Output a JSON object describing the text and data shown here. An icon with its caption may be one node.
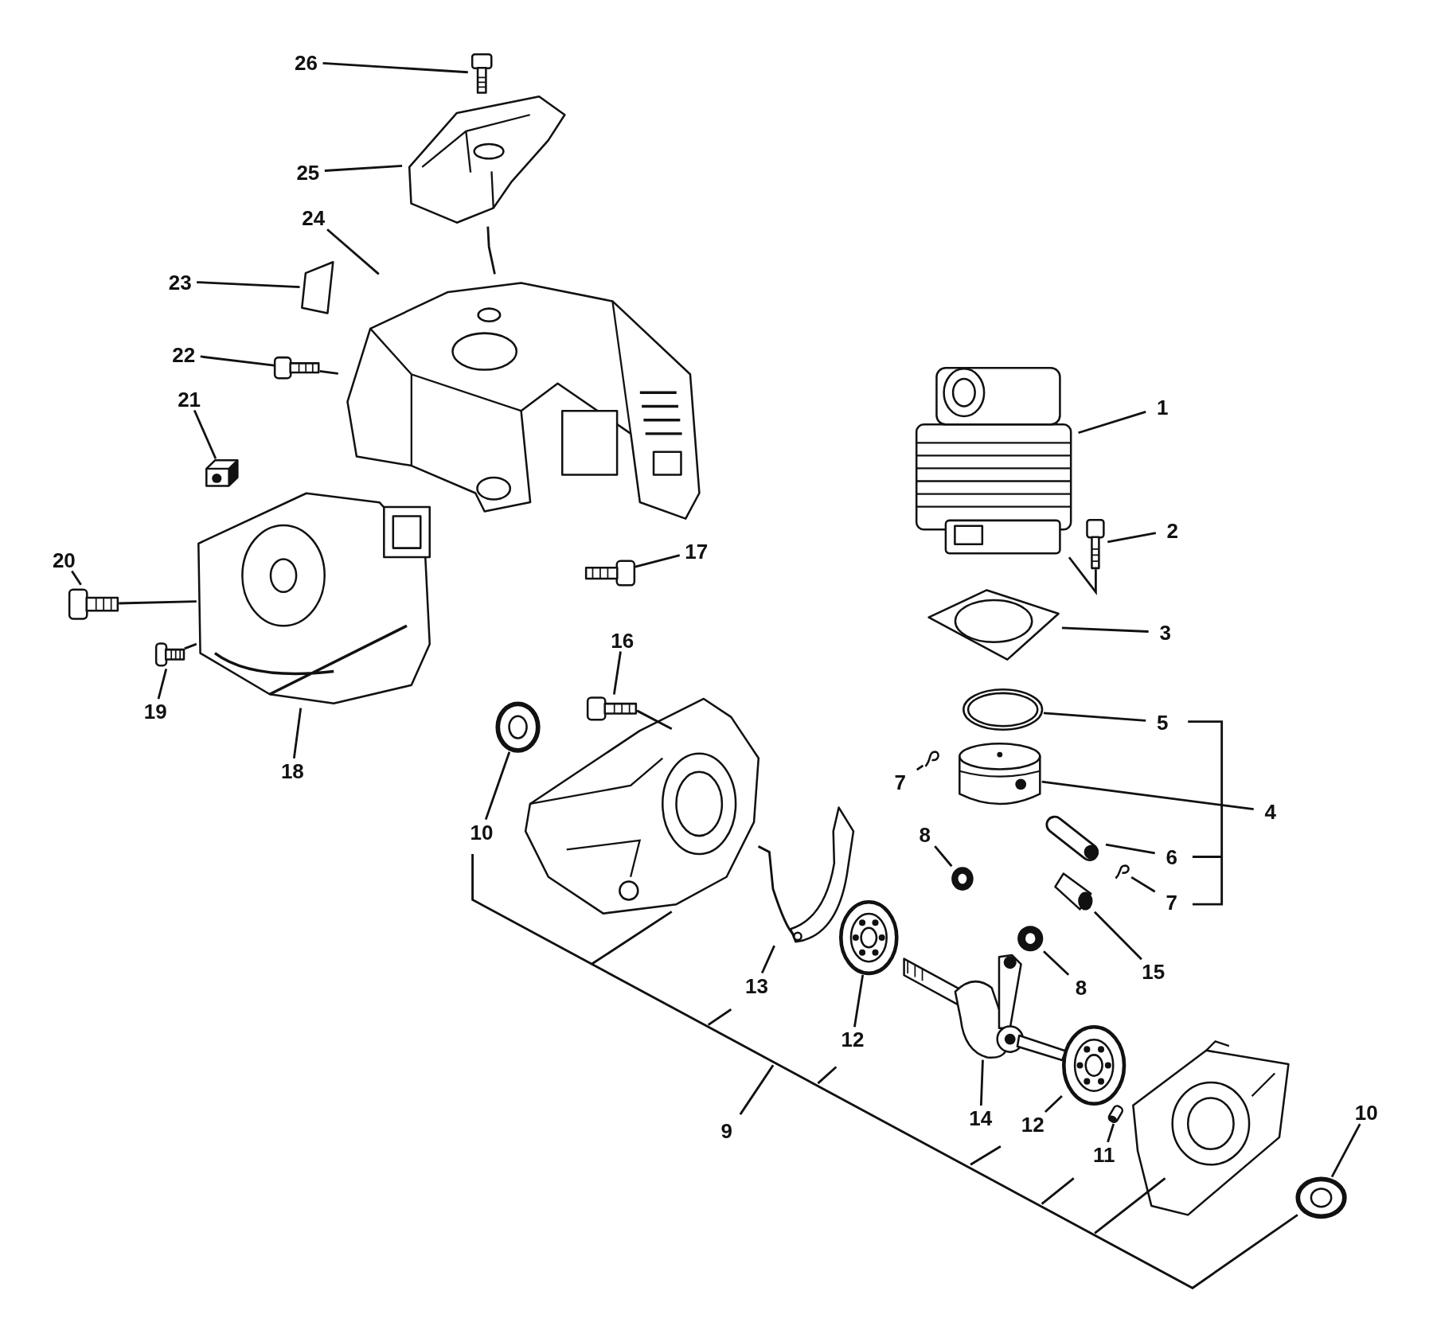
{
  "diagram": {
    "nodes": [
      {
        "text": [
          "26"
        ]
      },
      {
        "text": [
          "25"
        ]
      },
      {
        "text": [
          "24"
        ]
      },
      {
        "text": [
          "23"
        ]
      },
      {
        "text": [
          "22"
        ]
      },
      {
        "text": [
          "1"
        ]
      },
      {
        "text": [
          "21"
        ]
      },
      {
        "text": [
          "2"
        ]
      },
      {
        "text": [
          "17"
        ]
      },
      {
        "text": [
          "20"
        ]
      },
      {
        "text": [
          "3"
        ]
      },
      {
        "text": [
          "16"
        ]
      },
      {
        "text": [
          "19"
        ]
      },
      {
        "text": [
          "5"
        ]
      },
      {
        "text": [
          "18"
        ]
      },
      {
        "text": [
          "7"
        ]
      },
      {
        "text": [
          "4"
        ]
      },
      {
        "text": [
          "10"
        ]
      },
      {
        "text": [
          "8"
        ]
      },
      {
        "text": [
          "6"
        ]
      },
      {
        "text": [
          "7"
        ]
      },
      {
        "text": [
          "15"
        ]
      },
      {
        "text": [
          "13"
        ]
      },
      {
        "text": [
          "8"
        ]
      },
      {
        "text": [
          "12"
        ]
      },
      {
        "text": [
          "10"
        ]
      },
      {
        "text": [
          "14"
        ]
      },
      {
        "text": [
          "12"
        ]
      },
      {
        "text": [
          "11"
        ]
      },
      {
        "text": [],
        "shape": "picture"
      },
      {
        "text": [],
        "shape": "picture"
      },
      {
        "text": [],
        "shape": "picture"
      },
      {
        "text": [],
        "shape": "picture"
      },
      {
        "text": [],
        "shape": "picture"
      },
      {
        "text": [],
        "shape": "picture"
      },
      {
        "text": [],
        "shape": "picture"
      },
      {
        "text": [],
        "shape": "picture"
      },
      {
        "text": [],
        "shape": "picture"
      },
      {
        "text": [],
        "shape": "picture"
      },
      {
        "text": [],
        "shape": "picture"
      },
      {
        "text": [],
        "shape": "picture"
      },
      {
        "text": [],
        "shape": "picture"
      },
      {
        "text": [],
        "shape": "picture"
      },
      {
        "text": [],
        "shape": "picture"
      },
      {
        "text": [],
        "shape": "picture"
      },
      {
        "text": [],
        "shape": "picture"
      },
      {
        "text": [],
        "shape": "picture"
      },
      {
        "text": [],
        "shape": "picture"
      },
      {
        "text": [],
        "shape": "picture"
      },
      {
        "text": [],
        "shape": "picture"
      },
      {
        "text": [],
        "shape": "picture"
      },
      {
        "text": [],
        "shape": "picture"
      },
      {
        "text": [],
        "shape": "picture"
      },
      {
        "text": [],
        "shape": "picture"
      },
      {
        "text": [],
        "shape": "picture"
      },
      {
        "text": [],
        "shape": "picture"
      },
      {
        "text": [],
        "shape": "picture"
      },
      {
        "text": [],
        "shape": "picture"
      }
    ],
    "edges": [
      {
        "from": 0,
        "to": 29,
        "arrow": "none"
      },
      {
        "from": 1,
        "to": 30,
        "arrow": "none"
      },
      {
        "from": 2,
        "to": 31,
        "arrow": "none"
      },
      {
        "from": 3,
        "to": 32,
        "arrow": "none"
      },
      {
        "from": 4,
        "to": 33,
        "arrow": "none"
      },
      {
        "from": 5,
        "to": 34,
        "arrow": "none"
      },
      {
        "from": 6,
        "to": 35,
        "arrow": "none"
      },
      {
        "from": 7,
        "to": 36,
        "arrow": "none"
      },
      {
        "from": 8,
        "to": 37,
        "arrow": "none"
      },
      {
        "from": 9,
        "to": 38,
        "arrow": "none"
      },
      {
        "from": 10,
        "to": 39,
        "arrow": "none"
      },
      {
        "from": 11,
        "to": 40,
        "arrow": "none"
      },
      {
        "from": 12,
        "to": 41,
        "arrow": "none"
      },
      {
        "from": 13,
        "to": 42,
        "arrow": "none"
      },
      {
        "from": 14,
        "to": 43,
        "arrow": "none"
      },
      {
        "from": 15,
        "to": 44,
        "arrow": "none"
      },
      {
        "from": 16,
        "to": 45,
        "arrow": "none"
      },
      {
        "from": 17,
        "to": 46,
        "arrow": "none"
      },
      {
        "from": 18,
        "to": 47,
        "arrow": "none"
      },
      {
        "from": 19,
        "to": 48,
        "arrow": "none"
      },
      {
        "from": 20,
        "to": 49,
        "arrow": "none"
      },
      {
        "from": 21,
        "to": 50,
        "arrow": "none"
      },
      {
        "from": 22,
        "to": 51,
        "arrow": "none"
      },
      {
        "from": 23,
        "to": 52,
        "arrow": "none"
      },
      {
        "from": 24,
        "to": 53,
        "arrow": "none"
      },
      {
        "from": 25,
        "to": 54,
        "arrow": "none"
      },
      {
        "from": 26,
        "to": 55,
        "arrow": "none"
      },
      {
        "from": 27,
        "to": 56,
        "arrow": "none"
      },
      {
        "from": 28,
        "to": 57,
        "arrow": "none"
      },
      {
        "from": 30,
        "to": 31,
        "arrow": "none"
      },
      {
        "from": 33,
        "to": 31,
        "arrow": "none"
      },
      {
        "from": 36,
        "to": 34,
        "arrow": "none"
      },
      {
        "from": 38,
        "to": 43,
        "arrow": "none"
      },
      {
        "from": 41,
        "to": 43,
        "arrow": "none"
      }
    ],
    "labels": [
      "9"
    ]
  }
}
